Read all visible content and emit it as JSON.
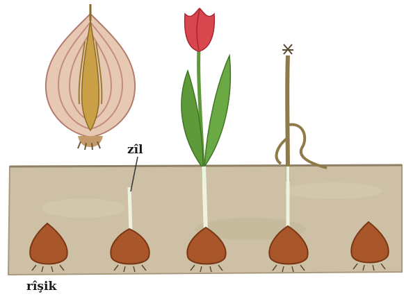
{
  "figure": {
    "labels": {
      "stem": "zîl",
      "root": "rîşik"
    },
    "colors": {
      "soil": "#cdc0a4",
      "soil_edge": "#a89a7c",
      "bulb": "#a9562a",
      "bulb_dark": "#7a3716",
      "stem": "#eef2e0",
      "leaf": "#5e9a3a",
      "leaf_dark": "#3f7426",
      "petal": "#d8464e",
      "petal_dark": "#a82632",
      "onion_skin": "#e7c9b3",
      "onion_line": "#c48c80",
      "withered": "#8f7a4a",
      "background": "#ffffff"
    },
    "stages": [
      "dormant-bulb",
      "sprouting-bulb",
      "flowering-tulip",
      "withered-plant",
      "new-bulb"
    ]
  }
}
